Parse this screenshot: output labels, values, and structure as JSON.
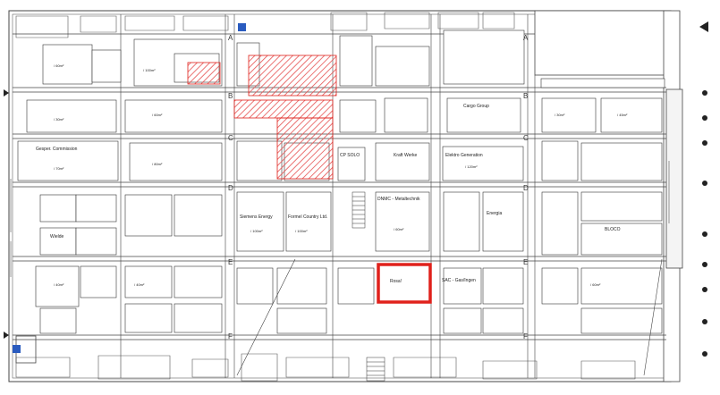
{
  "floorplan": {
    "grid_rows": [
      "A",
      "B",
      "C",
      "D",
      "E",
      "F"
    ],
    "highlight_color": "#e0211b",
    "hatch_color": "#e65050",
    "line_color": "#444444",
    "booth_labels": [
      {
        "id": "b-geospace",
        "text": "Gesper. Commission"
      },
      {
        "id": "b-siemens",
        "text": "Siemens Energy"
      },
      {
        "id": "b-formel",
        "text": "Formel Country Ltd."
      },
      {
        "id": "b-rosa",
        "text": "Rosa!"
      },
      {
        "id": "b-sac",
        "text": "SAC - Gas/Ingen"
      },
      {
        "id": "b-dnmc",
        "text": "DNMC - Metaltechnik"
      },
      {
        "id": "b-cargo",
        "text": "Cargo Group"
      },
      {
        "id": "b-cpsolo",
        "text": "CP SOLO"
      },
      {
        "id": "b-kraft",
        "text": "Kraft Werke"
      },
      {
        "id": "b-elektro",
        "text": "Elektro Generation"
      },
      {
        "id": "b-energia",
        "text": "Energia"
      },
      {
        "id": "b-bloco",
        "text": "BLOCO"
      },
      {
        "id": "b-wielde",
        "text": "Wielde"
      }
    ]
  }
}
